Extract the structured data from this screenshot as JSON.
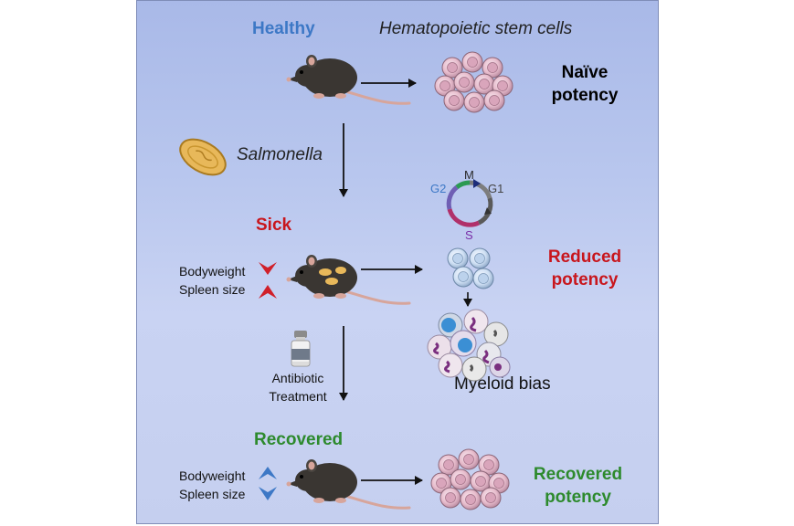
{
  "header": {
    "healthy": "Healthy",
    "hsc": "Hematopoietic stem cells"
  },
  "healthy": {
    "potency_line1": "Naïve",
    "potency_line2": "potency"
  },
  "infection": {
    "pathogen": "Salmonella"
  },
  "sick": {
    "title": "Sick",
    "bodyweight": "Bodyweight",
    "spleen": "Spleen size",
    "potency_line1": "Reduced",
    "potency_line2": "potency",
    "bias": "Myeloid bias",
    "cycle": {
      "m": "M",
      "g1": "G1",
      "g2": "G2",
      "s": "S"
    }
  },
  "treatment": {
    "line1": "Antibiotic",
    "line2": "Treatment"
  },
  "recovered": {
    "title": "Recovered",
    "bodyweight": "Bodyweight",
    "spleen": "Spleen size",
    "potency_line1": "Recovered",
    "potency_line2": "potency"
  },
  "colors": {
    "healthy": "#3d78c6",
    "sick": "#c8161d",
    "recovered": "#2d8a2d",
    "mouse": "#3a3632",
    "tail": "#d7a59b",
    "hsc": "#e3b6c8",
    "bacteria": "#e8b85a"
  }
}
